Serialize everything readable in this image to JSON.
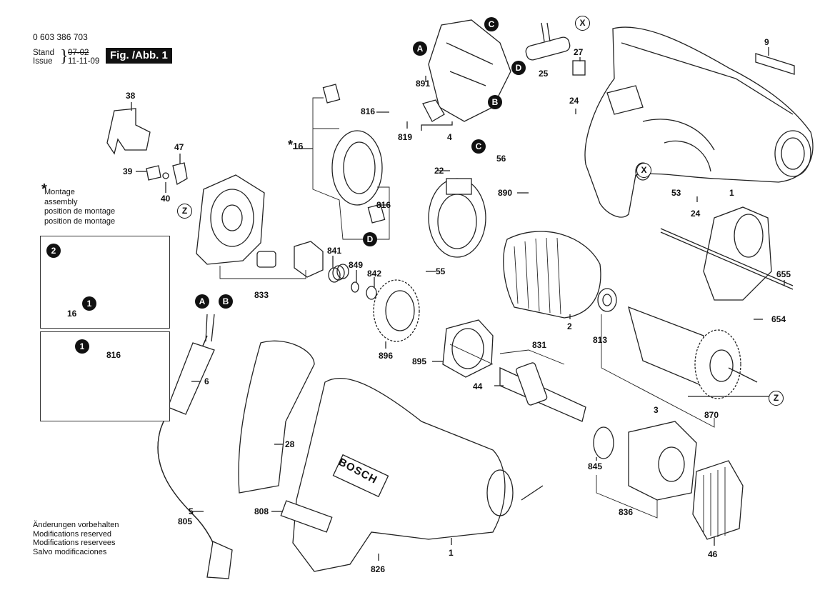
{
  "header": {
    "part_number": "0 603 386 703",
    "stand_label": "Stand",
    "issue_label": "Issue",
    "stand_date": "07-02",
    "issue_date": "11-11-09",
    "figure_label": "Fig. /Abb. 1"
  },
  "assembly_note": {
    "symbol": "*",
    "lines": [
      "Montage",
      "assembly",
      "position de montage",
      "position de montage"
    ]
  },
  "footer": {
    "lines": [
      "Änderungen vorbehalten",
      "Modifications reserved",
      "Modifications reservees",
      "Salvo modificaciones"
    ]
  },
  "brand_marking": "BOSCH",
  "connectors": {
    "A": "A",
    "B": "B",
    "C": "C",
    "D": "D",
    "X": "X",
    "Z": "Z"
  },
  "inset_1": {
    "step1": "1",
    "step2": "2",
    "part": "16"
  },
  "inset_2": {
    "step1": "1",
    "part": "816"
  },
  "parts": [
    {
      "id": "p9",
      "label": "9"
    },
    {
      "id": "p27",
      "label": "27"
    },
    {
      "id": "p24a",
      "label": "24"
    },
    {
      "id": "p24b",
      "label": "24"
    },
    {
      "id": "p25",
      "label": "25"
    },
    {
      "id": "p891",
      "label": "891"
    },
    {
      "id": "p819",
      "label": "819"
    },
    {
      "id": "p4",
      "label": "4"
    },
    {
      "id": "p816a",
      "label": "816"
    },
    {
      "id": "p816b",
      "label": "816"
    },
    {
      "id": "p16",
      "label": "16"
    },
    {
      "id": "p22",
      "label": "22"
    },
    {
      "id": "p56",
      "label": "56"
    },
    {
      "id": "p890",
      "label": "890"
    },
    {
      "id": "p53",
      "label": "53"
    },
    {
      "id": "p1a",
      "label": "1"
    },
    {
      "id": "p38",
      "label": "38"
    },
    {
      "id": "p47",
      "label": "47"
    },
    {
      "id": "p39",
      "label": "39"
    },
    {
      "id": "p40",
      "label": "40"
    },
    {
      "id": "p841",
      "label": "841"
    },
    {
      "id": "p849",
      "label": "849"
    },
    {
      "id": "p842",
      "label": "842"
    },
    {
      "id": "p55",
      "label": "55"
    },
    {
      "id": "p833",
      "label": "833"
    },
    {
      "id": "p655",
      "label": "655"
    },
    {
      "id": "p654",
      "label": "654"
    },
    {
      "id": "p2",
      "label": "2"
    },
    {
      "id": "p813",
      "label": "813"
    },
    {
      "id": "p896",
      "label": "896"
    },
    {
      "id": "p895",
      "label": "895"
    },
    {
      "id": "p831",
      "label": "831"
    },
    {
      "id": "p44",
      "label": "44"
    },
    {
      "id": "p3",
      "label": "3"
    },
    {
      "id": "p870",
      "label": "870"
    },
    {
      "id": "p6",
      "label": "6"
    },
    {
      "id": "p28",
      "label": "28"
    },
    {
      "id": "p5",
      "label": "5"
    },
    {
      "id": "p805",
      "label": "805"
    },
    {
      "id": "p808",
      "label": "808"
    },
    {
      "id": "p845",
      "label": "845"
    },
    {
      "id": "p836",
      "label": "836"
    },
    {
      "id": "p826",
      "label": "826"
    },
    {
      "id": "p1b",
      "label": "1"
    },
    {
      "id": "p46",
      "label": "46"
    }
  ]
}
